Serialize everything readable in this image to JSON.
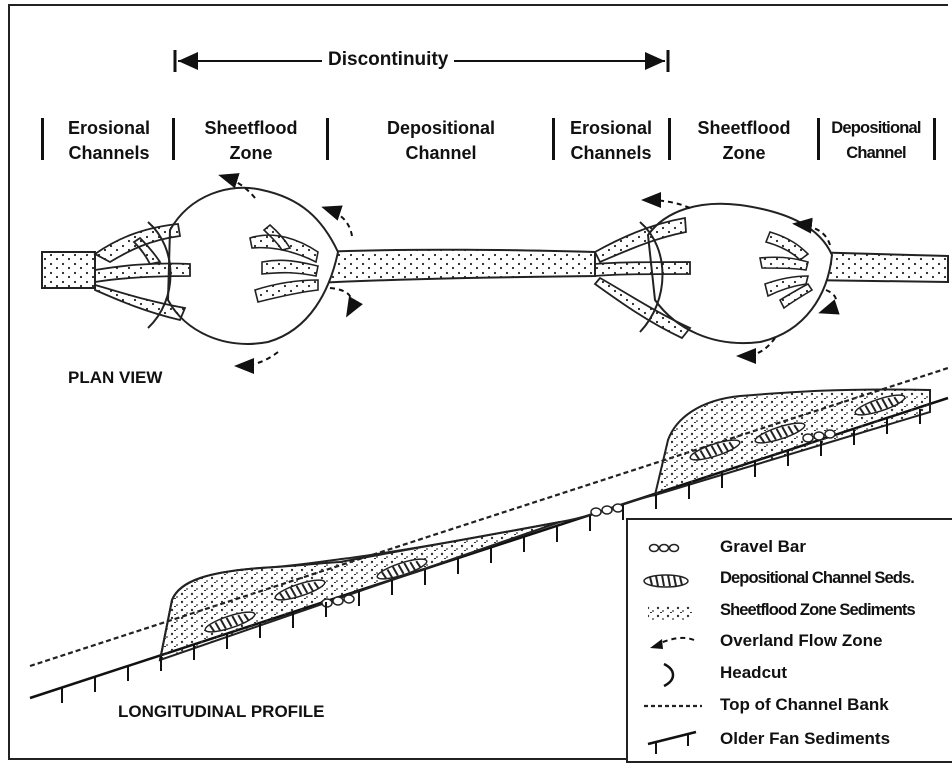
{
  "discontinuity": "Discontinuity",
  "zones": {
    "erosional_1": [
      "Erosional",
      "Channels"
    ],
    "sheetflood_1": [
      "Sheetflood",
      "Zone"
    ],
    "depositional_1": [
      "Depositional",
      "Channel"
    ],
    "erosional_2": [
      "Erosional",
      "Channels"
    ],
    "sheetflood_2": [
      "Sheetflood",
      "Zone"
    ],
    "depositional_2": [
      "Depositional",
      "Channel"
    ]
  },
  "plan_view": "PLAN VIEW",
  "profile": "LONGITUDINAL PROFILE",
  "legend": [
    {
      "symbol": "gravel-bar",
      "label": "Gravel Bar"
    },
    {
      "symbol": "depositional-seds",
      "label": "Depositional Channel Seds."
    },
    {
      "symbol": "sheetflood-seds",
      "label": "Sheetflood Zone Sediments"
    },
    {
      "symbol": "overland-flow",
      "label": "Overland Flow Zone"
    },
    {
      "symbol": "headcut",
      "label": "Headcut"
    },
    {
      "symbol": "channel-bank",
      "label": "Top of Channel Bank"
    },
    {
      "symbol": "older-fan",
      "label": "Older Fan Sediments"
    }
  ]
}
